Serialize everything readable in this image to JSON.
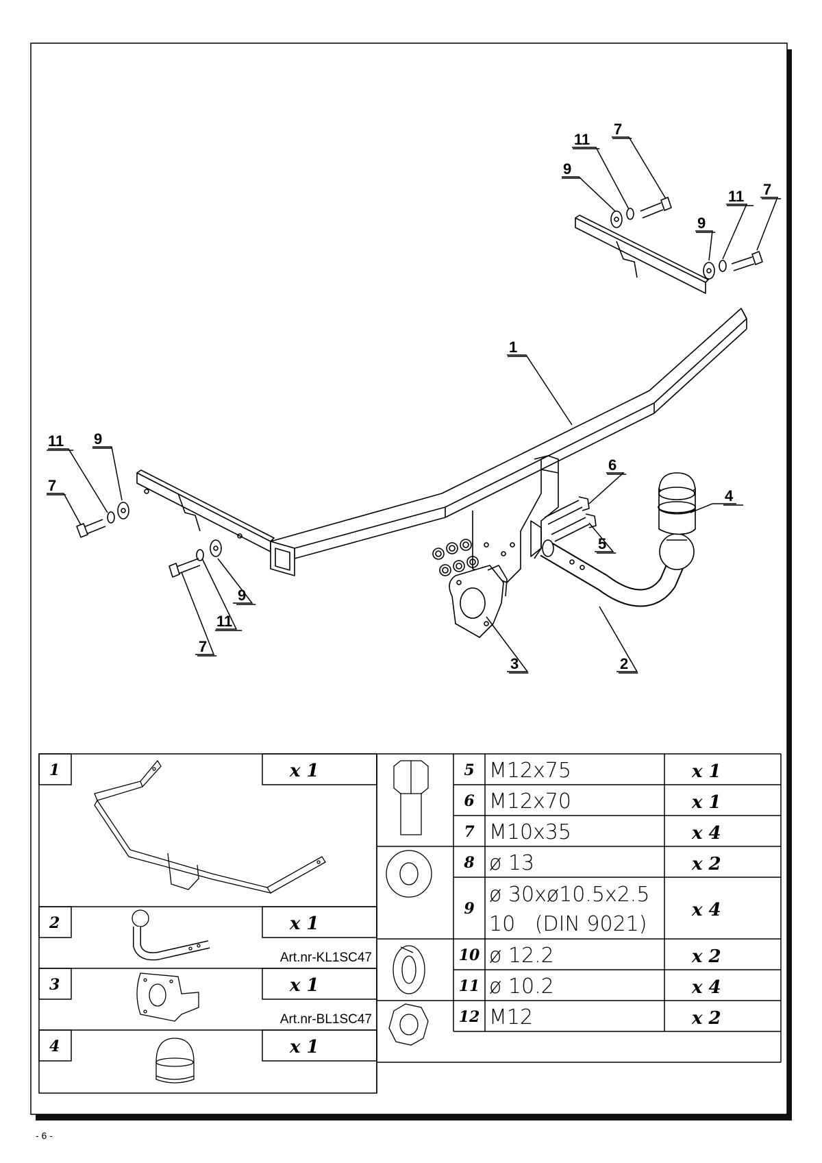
{
  "diagram": {
    "callouts": [
      {
        "id": "c1",
        "text": "1"
      },
      {
        "id": "c2",
        "text": "2"
      },
      {
        "id": "c3",
        "text": "3"
      },
      {
        "id": "c4",
        "text": "4"
      },
      {
        "id": "c5",
        "text": "5"
      },
      {
        "id": "c6",
        "text": "6"
      },
      {
        "id": "c7a",
        "text": "7"
      },
      {
        "id": "c7b",
        "text": "7"
      },
      {
        "id": "c7c",
        "text": "7"
      },
      {
        "id": "c7d",
        "text": "7"
      },
      {
        "id": "c9a",
        "text": "9"
      },
      {
        "id": "c9b",
        "text": "9"
      },
      {
        "id": "c9c",
        "text": "9"
      },
      {
        "id": "c9d",
        "text": "9"
      },
      {
        "id": "c11a",
        "text": "11"
      },
      {
        "id": "c11b",
        "text": "11"
      },
      {
        "id": "c11c",
        "text": "11"
      },
      {
        "id": "c11d",
        "text": "11"
      }
    ]
  },
  "parts_left": [
    {
      "num": "1",
      "qty": "x 1",
      "art": ""
    },
    {
      "num": "2",
      "qty": "x 1",
      "art": "Art.nr-KL1SC47"
    },
    {
      "num": "3",
      "qty": "x 1",
      "art": "Art.nr-BL1SC47"
    },
    {
      "num": "4",
      "qty": "x 1",
      "art": ""
    }
  ],
  "parts_right": [
    {
      "num": "5",
      "spec": "M12x75",
      "spec2": "",
      "qty": "x 1"
    },
    {
      "num": "6",
      "spec": "M12x70",
      "spec2": "",
      "qty": "x 1"
    },
    {
      "num": "7",
      "spec": "M10x35",
      "spec2": "",
      "qty": "x 4"
    },
    {
      "num": "8",
      "spec": "ø 13",
      "spec2": "",
      "qty": "x 2"
    },
    {
      "num": "9",
      "spec": "ø 30xø10.5x2.5",
      "spec2": "10   (DIN 9021)",
      "qty": "x 4"
    },
    {
      "num": "10",
      "spec": "ø 12.2",
      "spec2": "",
      "qty": "x 2"
    },
    {
      "num": "11",
      "spec": "ø 10.2",
      "spec2": "",
      "qty": "x 4"
    },
    {
      "num": "12",
      "spec": "M12",
      "spec2": "",
      "qty": "x 2"
    }
  ],
  "page_number": "- 6 -"
}
